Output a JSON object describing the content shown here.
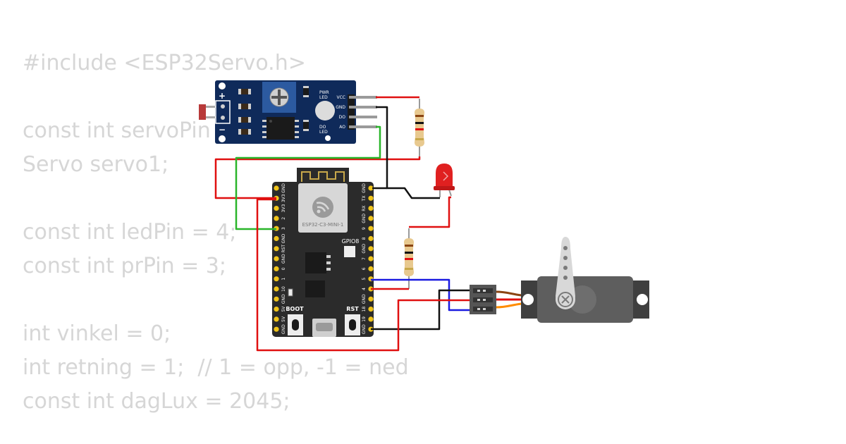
{
  "code": {
    "lines": [
      "#include <ESP32Servo.h>",
      "",
      "const int servoPin",
      "Servo servo1;",
      "",
      "const int ledPin = 4;",
      "const int prPin = 3;",
      "",
      "int vinkel = 0;",
      "int retning = 1;  // 1 = opp, -1 = ned",
      "const int dagLux = 2045;"
    ]
  },
  "sensor": {
    "pins": [
      "VCC",
      "GND",
      "DO",
      "AO"
    ],
    "pwr_led": "PWR\nLED",
    "do_led": "DO\nLED",
    "plus": "+",
    "minus": "−"
  },
  "board": {
    "module": "ESP32-C3-MINI-1",
    "gpio8": "GPIO8",
    "boot": "BOOT",
    "rst": "RST",
    "left_pins": [
      "GND",
      "3V3",
      "3V3",
      "2",
      "3",
      "GND",
      "RST",
      "GND",
      "0",
      "1",
      "10",
      "GND",
      "5V",
      "5V",
      "GND"
    ],
    "right_pins": [
      "GND",
      "TX",
      "RX",
      "GND",
      "9",
      "8",
      "GND",
      "7",
      "6",
      "5",
      "4",
      "GND",
      "18",
      "19",
      "GND"
    ]
  },
  "wire_colors": {
    "power": "#e01010",
    "ground": "#111111",
    "signal_green": "#2ab52a",
    "signal_blue": "#1a1ae0",
    "servo_brown": "#8b4513",
    "servo_red": "#e01010",
    "servo_orange": "#ff8c00"
  },
  "colors": {
    "code_text": "#d6d6d6",
    "sensor_pcb": "#0f2a5a",
    "board_pcb": "#2b2b2b",
    "servo_body": "#5e5e5e",
    "led_red": "#e02020"
  }
}
